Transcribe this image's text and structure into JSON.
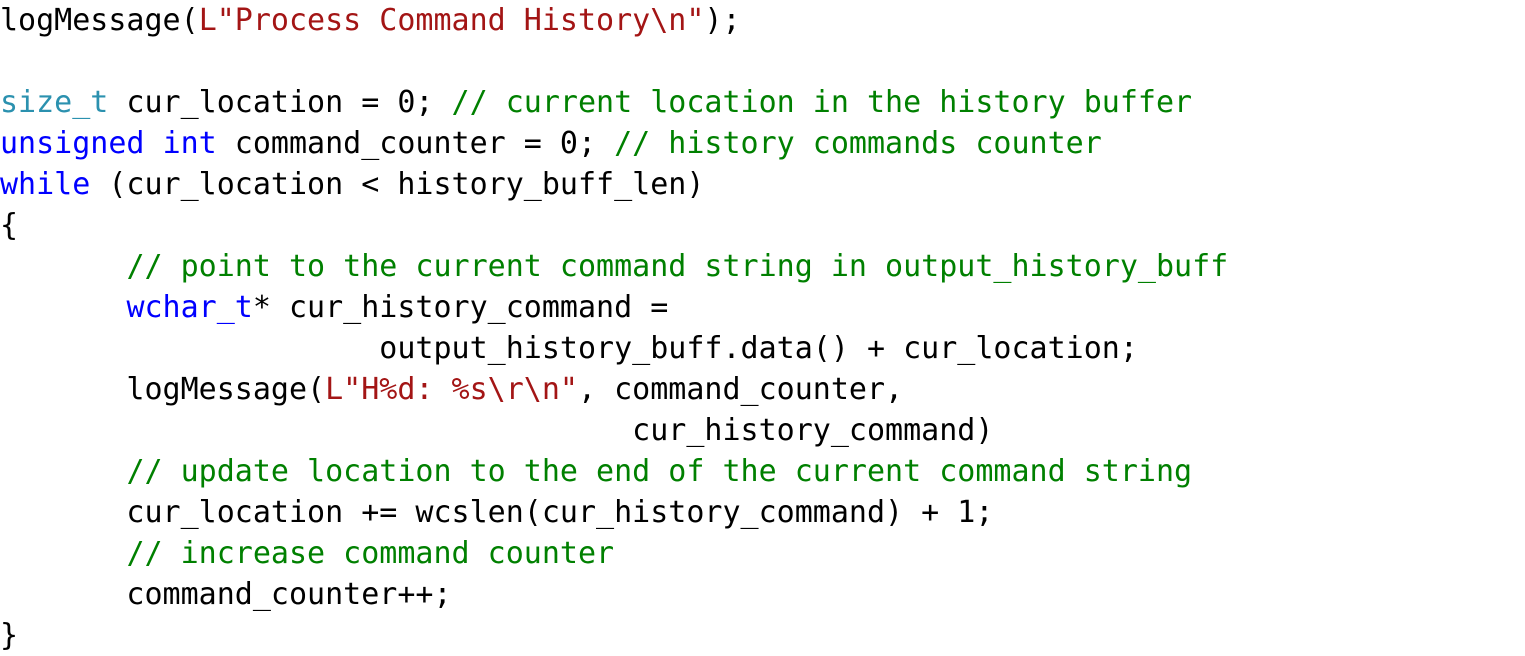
{
  "colors": {
    "plain": "#000000",
    "keyword": "#0000ff",
    "type": "#2b91af",
    "string": "#a31515",
    "comment": "#008000"
  },
  "code_lines": [
    [
      {
        "type": "plain",
        "text": "logMessage("
      },
      {
        "type": "string",
        "text": "L\"Process Command History\\n\""
      },
      {
        "type": "plain",
        "text": ");"
      }
    ],
    [],
    [
      {
        "type": "type",
        "text": "size_t"
      },
      {
        "type": "plain",
        "text": " cur_location = 0; "
      },
      {
        "type": "comment",
        "text": "// current location in the history buffer"
      }
    ],
    [
      {
        "type": "keyword",
        "text": "unsigned"
      },
      {
        "type": "plain",
        "text": " "
      },
      {
        "type": "keyword",
        "text": "int"
      },
      {
        "type": "plain",
        "text": " command_counter = 0; "
      },
      {
        "type": "comment",
        "text": "// history commands counter"
      }
    ],
    [
      {
        "type": "keyword",
        "text": "while"
      },
      {
        "type": "plain",
        "text": " (cur_location < history_buff_len)"
      }
    ],
    [
      {
        "type": "plain",
        "text": "{"
      }
    ],
    [
      {
        "type": "plain",
        "text": "       "
      },
      {
        "type": "comment",
        "text": "// point to the current command string in output_history_buff"
      }
    ],
    [
      {
        "type": "plain",
        "text": "       "
      },
      {
        "type": "keyword",
        "text": "wchar_t"
      },
      {
        "type": "plain",
        "text": "* cur_history_command ="
      }
    ],
    [
      {
        "type": "plain",
        "text": "                     output_history_buff.data() + cur_location;"
      }
    ],
    [
      {
        "type": "plain",
        "text": "       logMessage("
      },
      {
        "type": "string",
        "text": "L\"H%d: %s\\r\\n\""
      },
      {
        "type": "plain",
        "text": ", command_counter,"
      }
    ],
    [
      {
        "type": "plain",
        "text": "                                   cur_history_command)"
      }
    ],
    [
      {
        "type": "plain",
        "text": "       "
      },
      {
        "type": "comment",
        "text": "// update location to the end of the current command string"
      }
    ],
    [
      {
        "type": "plain",
        "text": "       cur_location += wcslen(cur_history_command) + 1;"
      }
    ],
    [
      {
        "type": "plain",
        "text": "       "
      },
      {
        "type": "comment",
        "text": "// increase command counter"
      }
    ],
    [
      {
        "type": "plain",
        "text": "       command_counter++;"
      }
    ],
    [
      {
        "type": "plain",
        "text": "}"
      }
    ]
  ]
}
